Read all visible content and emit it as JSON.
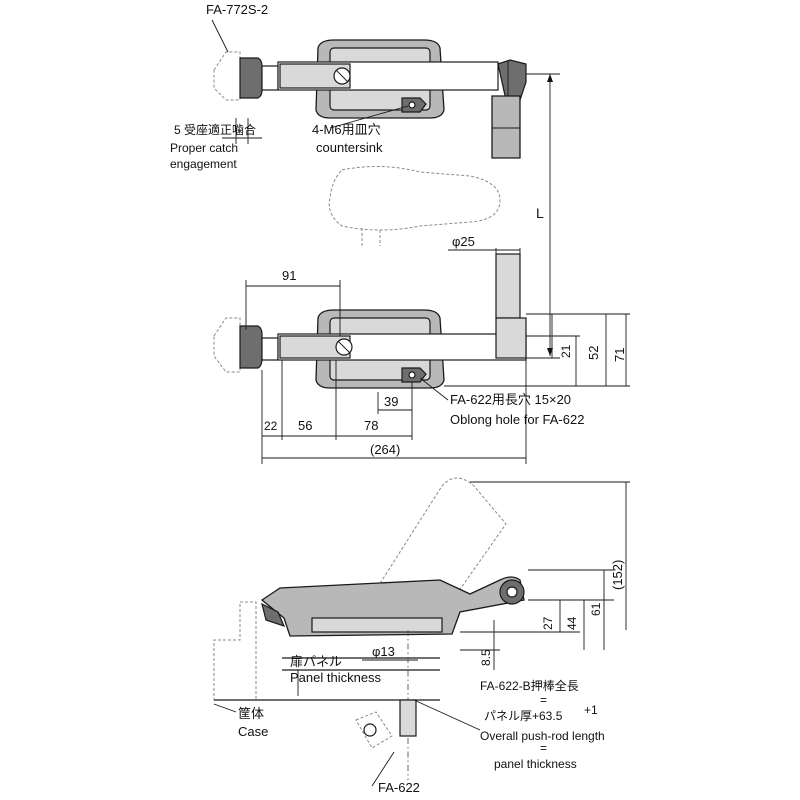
{
  "labels": {
    "fa772s2": "FA-772S-2",
    "catch_jp": "5 受座適正噛合",
    "catch_en1": "Proper catch",
    "catch_en2": "engagement",
    "m6_jp": "4-M6用皿穴",
    "m6_en": "countersink",
    "L": "L",
    "phi25": "φ25",
    "oblong_jp": "FA-622用長穴 15×20",
    "oblong_en": "Oblong hole for FA-622",
    "panel_jp": "扉パネル",
    "panel_en": "Panel thickness",
    "phi13": "φ13",
    "pushrod_jp": "FA-622-B押棒全長",
    "equals": "=",
    "panel_formula": "パネル厚+63.5",
    "tolerance": "+1",
    "pushrod_en": "Overall push-rod length",
    "equals2": "=",
    "panel_thk": "panel thickness",
    "case_jp": "筐体",
    "case_en": "Case",
    "fa622": "FA-622"
  },
  "dimensions": {
    "d91": "91",
    "d39": "39",
    "d22": "22",
    "d56": "56",
    "d78": "78",
    "d264": "(264)",
    "d21": "21",
    "d52": "52",
    "d71": "71",
    "d152": "(152)",
    "d27": "27",
    "d44": "44",
    "d61": "61",
    "d85": "8.5"
  }
}
